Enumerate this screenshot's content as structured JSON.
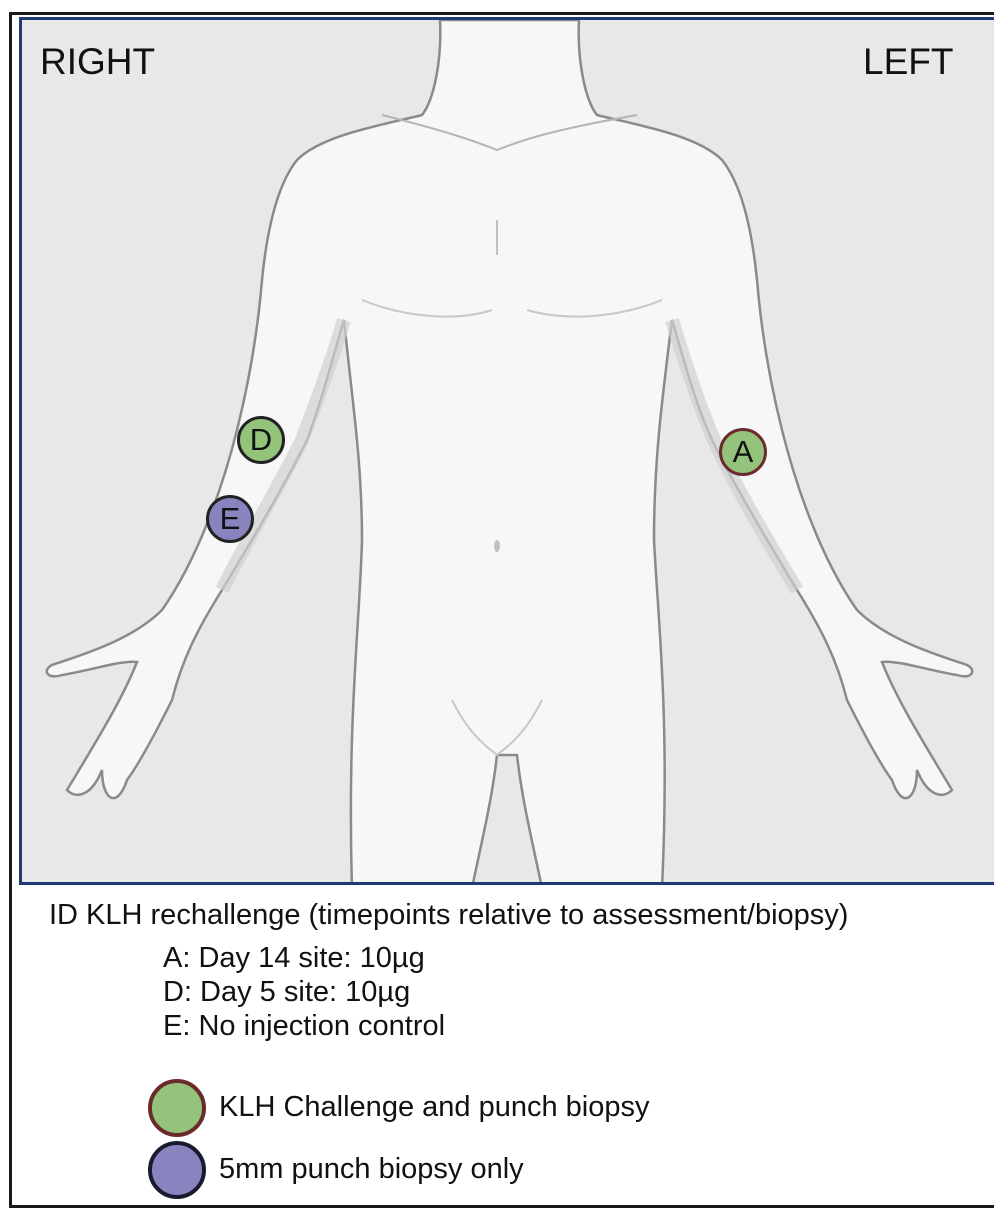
{
  "figure": {
    "label_right": "RIGHT",
    "label_left": "LEFT",
    "markers": [
      {
        "letter": "D",
        "type": "challenge"
      },
      {
        "letter": "E",
        "type": "biopsy"
      },
      {
        "letter": "A",
        "type": "challenge"
      }
    ]
  },
  "caption": {
    "title": "ID KLH rechallenge (timepoints relative to assessment/biopsy)",
    "lines": [
      "A: Day 14 site: 10µg",
      "D: Day 5 site: 10µg",
      "E: No injection control"
    ]
  },
  "legend": [
    {
      "label": "KLH Challenge and punch biopsy",
      "color": "#94c47c"
    },
    {
      "label": "5mm punch biopsy only",
      "color": "#8884bf"
    }
  ]
}
